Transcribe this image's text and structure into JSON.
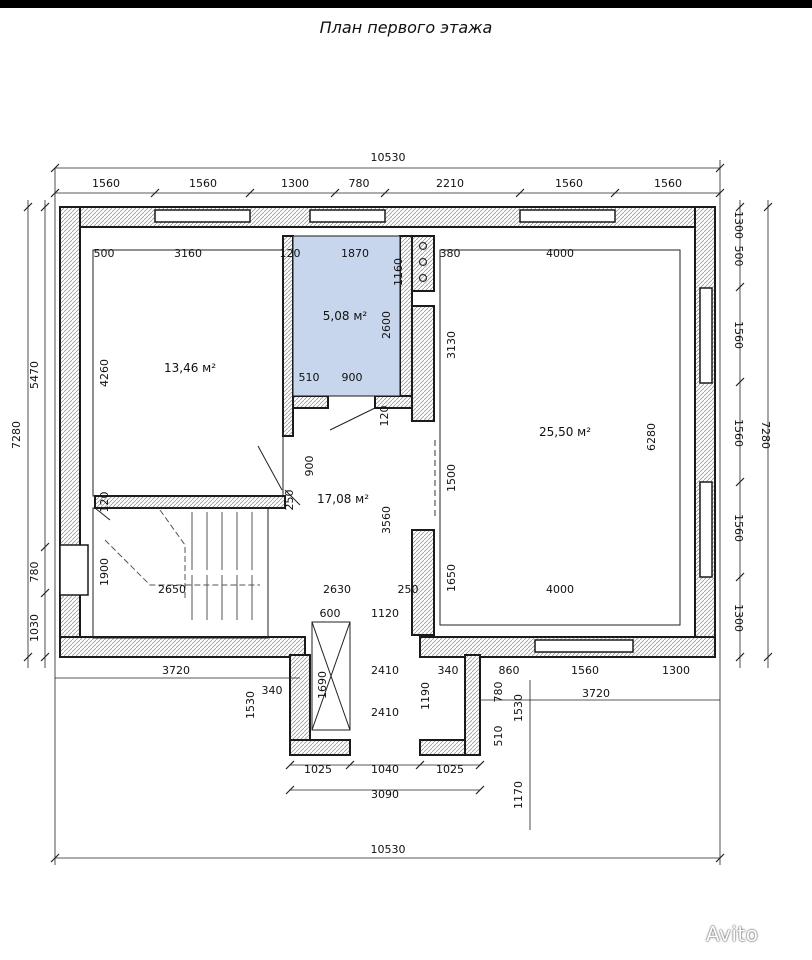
{
  "title": "План первого этажа",
  "dims": {
    "total_top": "10530",
    "top_1": "1560",
    "top_2": "1560",
    "top_3": "1300",
    "top_4": "780",
    "top_5": "2210",
    "top_6": "1560",
    "top_7": "1560",
    "left_outer": "7280",
    "left_5470": "5470",
    "left_780": "780",
    "left_1030": "1030",
    "right_outer": "7280",
    "right_1300a": "1300",
    "right_500": "500",
    "right_1560a": "1560",
    "right_1560b": "1560",
    "right_1560c": "1560",
    "right_1300b": "1300",
    "room1_500": "500",
    "room1_3160": "3160",
    "room1_4260": "4260",
    "d_120a": "120",
    "d_1870": "1870",
    "d_380": "380",
    "d_4000a": "4000",
    "d_1160": "1160",
    "d_2600": "2600",
    "d_3130": "3130",
    "d_6280": "6280",
    "d_510a": "510",
    "d_900a": "900",
    "d_120b": "120",
    "d_900b": "900",
    "d_250a": "250",
    "d_120c": "120",
    "d_1500": "1500",
    "d_3560": "3560",
    "d_1900": "1900",
    "d_2650": "2650",
    "d_2630": "2630",
    "d_250b": "250",
    "d_1650": "1650",
    "d_4000b": "4000",
    "d_600": "600",
    "d_1120": "1120",
    "b_3720a": "3720",
    "b_2410a": "2410",
    "b_340a": "340",
    "b_860": "860",
    "b_1560": "1560",
    "b_1300": "1300",
    "b_340b": "340",
    "b_1690": "1690",
    "b_1530a": "1530",
    "b_1190": "1190",
    "b_780": "780",
    "b_1530b": "1530",
    "b_3720b": "3720",
    "b_2410b": "2410",
    "b_510": "510",
    "b_1025a": "1025",
    "b_1040": "1040",
    "b_1025b": "1025",
    "b_3090": "3090",
    "b_1170": "1170",
    "total_bottom": "10530"
  },
  "areas": {
    "room_left": "13,46 м²",
    "bathroom": "5,08 м²",
    "hall": "17,08 м²",
    "living": "25,50 м²"
  },
  "watermark": "Avito",
  "colors": {
    "wall": "#1a1a1a",
    "hatch": "#9a9a9a",
    "bathroom_fill": "#c7d6ec",
    "line": "#222222"
  }
}
